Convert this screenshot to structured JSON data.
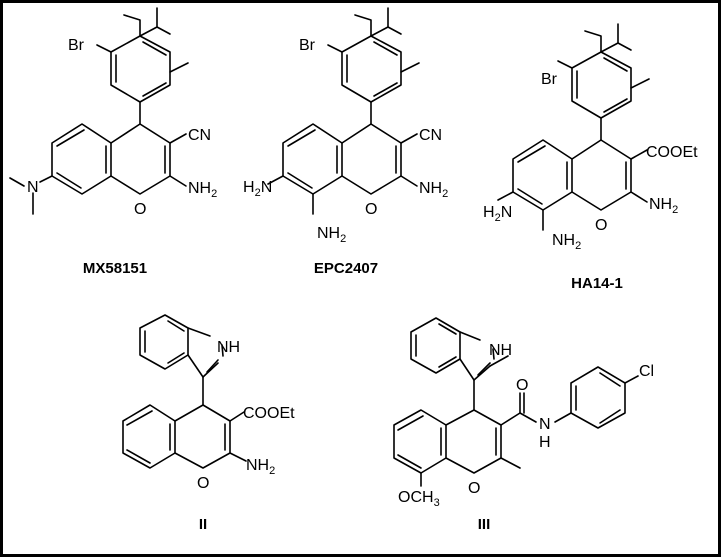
{
  "compounds": [
    {
      "name": "MX58151",
      "labels": {
        "br": "Br",
        "cn": "CN",
        "nh2_a": "NH",
        "nh2_a_sub": "2",
        "o_ring": "O",
        "n_amine": "N"
      }
    },
    {
      "name": "EPC2407",
      "labels": {
        "br": "Br",
        "cn": "CN",
        "nh2_a": "NH",
        "nh2_a_sub": "2",
        "o_ring": "O",
        "h2n": "H",
        "h2n_sub": "2",
        "h2n_n": "N",
        "nh2_b": "NH",
        "nh2_b_sub": "2"
      }
    },
    {
      "name": "HA14-1",
      "labels": {
        "br": "Br",
        "cooet": "COOEt",
        "nh2_a": "NH",
        "nh2_a_sub": "2",
        "o_ring": "O",
        "h2n": "H",
        "h2n_sub": "2",
        "h2n_n": "N",
        "nh2_b": "NH",
        "nh2_b_sub": "2"
      }
    },
    {
      "name": "II",
      "labels": {
        "nh": "NH",
        "cooet": "COOEt",
        "nh2": "NH",
        "nh2_sub": "2",
        "o_ring": "O"
      }
    },
    {
      "name": "III",
      "labels": {
        "nh": "NH",
        "o_amide": "O",
        "nh_amide": "N",
        "h_amide": "H",
        "cl": "Cl",
        "o_ring": "O",
        "och3": "OCH",
        "och3_sub": "3"
      }
    }
  ]
}
